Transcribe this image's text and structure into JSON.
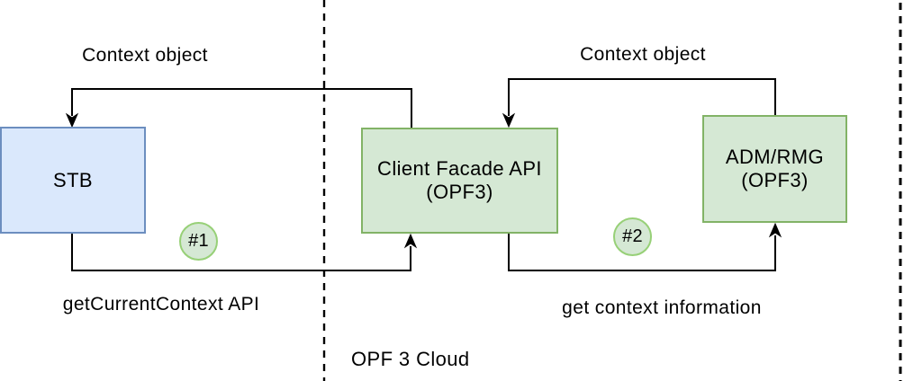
{
  "diagram": {
    "region_label": "OPF 3 Cloud",
    "nodes": [
      {
        "id": "stb",
        "label": "STB"
      },
      {
        "id": "client-facade-api",
        "label": "Client Facade API",
        "sublabel": "(OPF3)"
      },
      {
        "id": "adm-rmg",
        "label": "ADM/RMG",
        "sublabel": "(OPF3)"
      }
    ],
    "edge_labels": {
      "top_left": "Context object",
      "top_right": "Context object",
      "bottom_left": "getCurrentContext API",
      "bottom_right": "get context information"
    },
    "badges": [
      {
        "label": "#1"
      },
      {
        "label": "#2"
      }
    ],
    "colors": {
      "blue_fill": "#dae8fc",
      "blue_border": "#6c8ebf",
      "green_fill": "#d5e8d4",
      "green_border": "#82b366",
      "badge_fill": "#d5e8d4",
      "badge_border": "#97d077",
      "line": "#000000"
    }
  }
}
